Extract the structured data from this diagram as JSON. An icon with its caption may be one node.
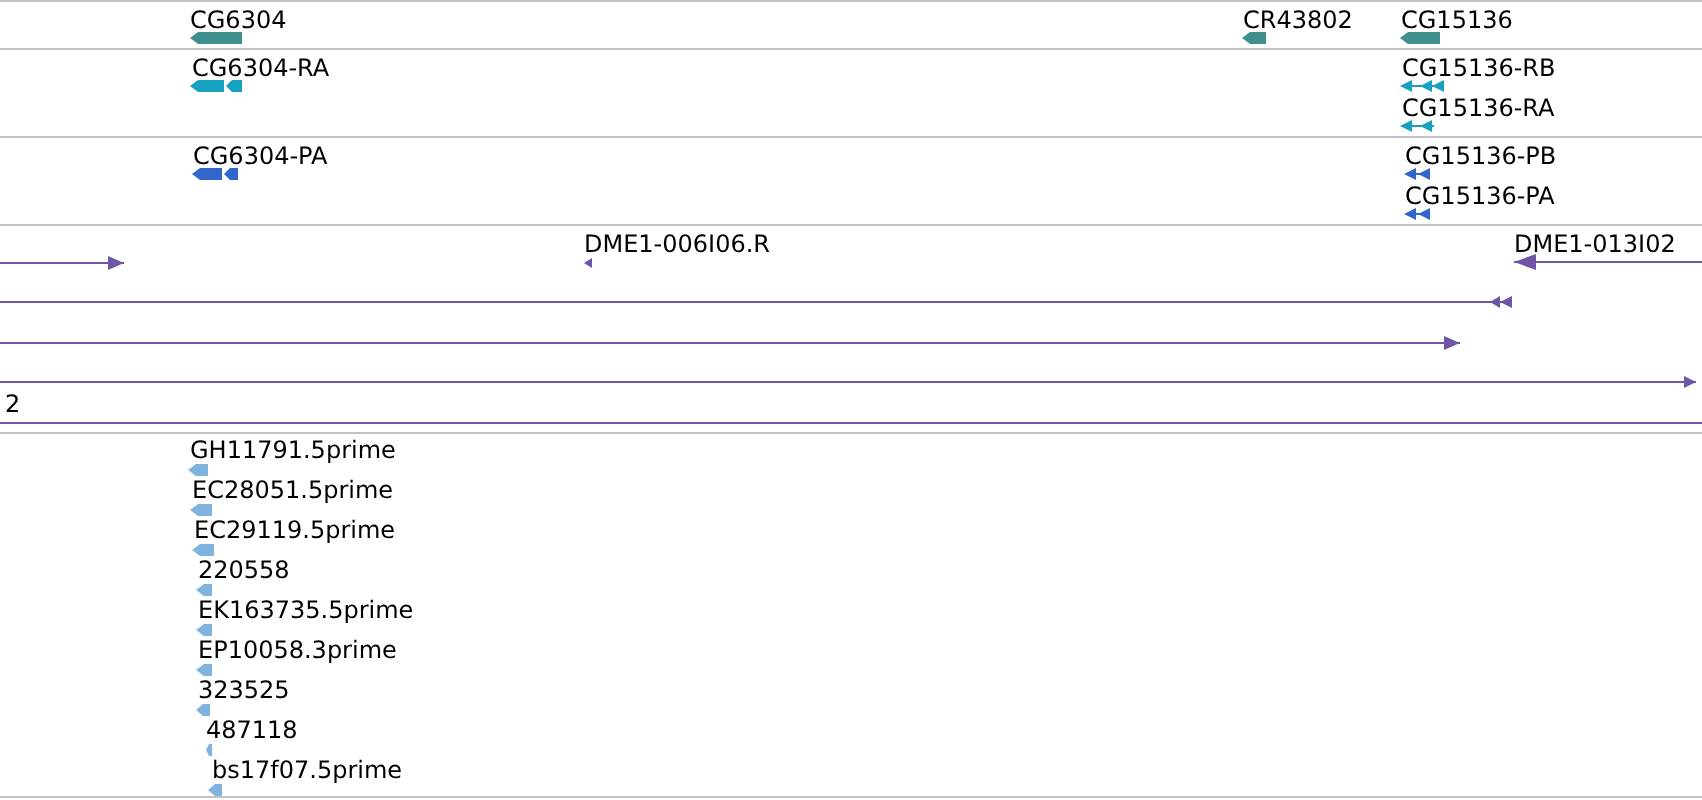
{
  "diagram": {
    "labels": [
      "CG6304",
      "CR43802",
      "CG15136",
      "CG6304-RA",
      "CG15136-RB",
      "CG15136-RA",
      "CG6304-PA",
      "CG15136-PB",
      "CG15136-PA",
      "DME1-006I06.R",
      "DME1-013I02",
      "2",
      "GH11791.5prime",
      "EC28051.5prime",
      "EC29119.5prime",
      "220558",
      "EK163735.5prime",
      "EP10058.3prime",
      "323525",
      "487118",
      "bs17f07.5prime"
    ]
  }
}
